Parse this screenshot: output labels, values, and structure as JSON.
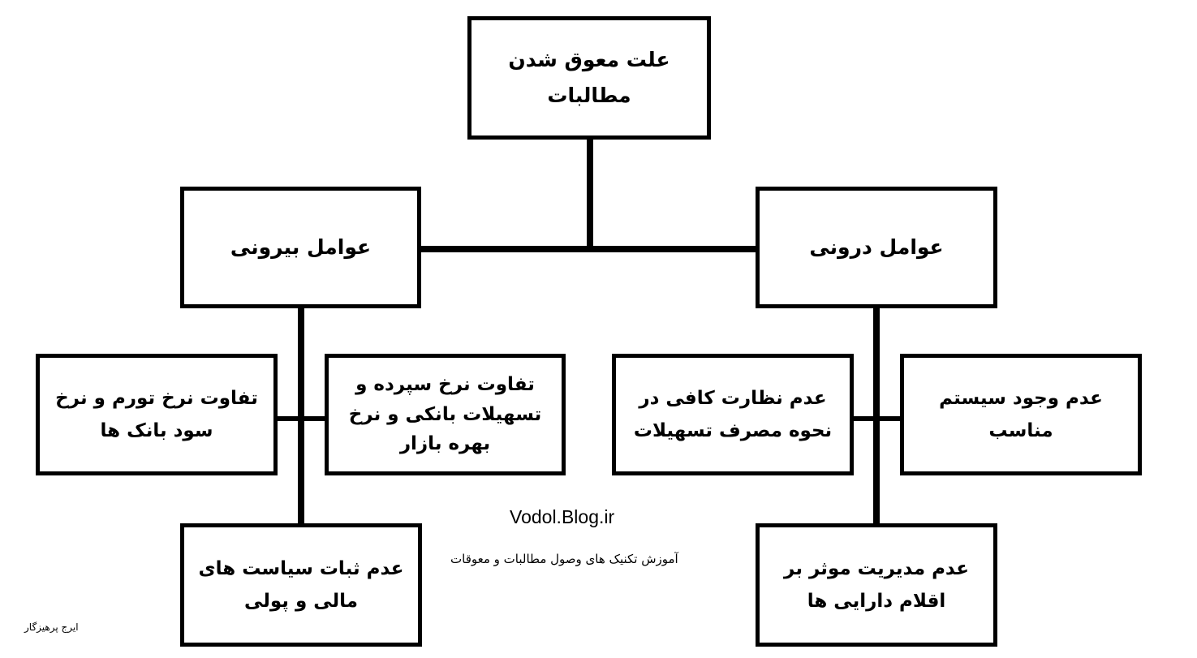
{
  "diagram": {
    "root": {
      "label": "علت معوق شدن مطالبات"
    },
    "categories": [
      {
        "label": "عوامل بیرونی",
        "causes": [
          "تفاوت نرخ تورم و نرخ سود بانک ها",
          "تفاوت نرخ سپرده و تسهیلات بانکی و نرخ بهره بازار",
          "عدم ثبات سیاست های مالی و پولی"
        ]
      },
      {
        "label": "عوامل درونی",
        "causes": [
          "عدم نظارت کافی در نحوه مصرف تسهیلات",
          "عدم وجود سیستم مناسب",
          "عدم مدیریت موثر بر اقلام دارایی ها"
        ]
      }
    ]
  },
  "footer": {
    "site_url": "Vodol.Blog.ir",
    "caption": "آموزش تکنیک های وصول مطالبات و معوقات",
    "author": "ایرج پرهیزگار"
  },
  "colors": {
    "line": "#000000",
    "box_border": "#000000",
    "background": "#ffffff"
  }
}
